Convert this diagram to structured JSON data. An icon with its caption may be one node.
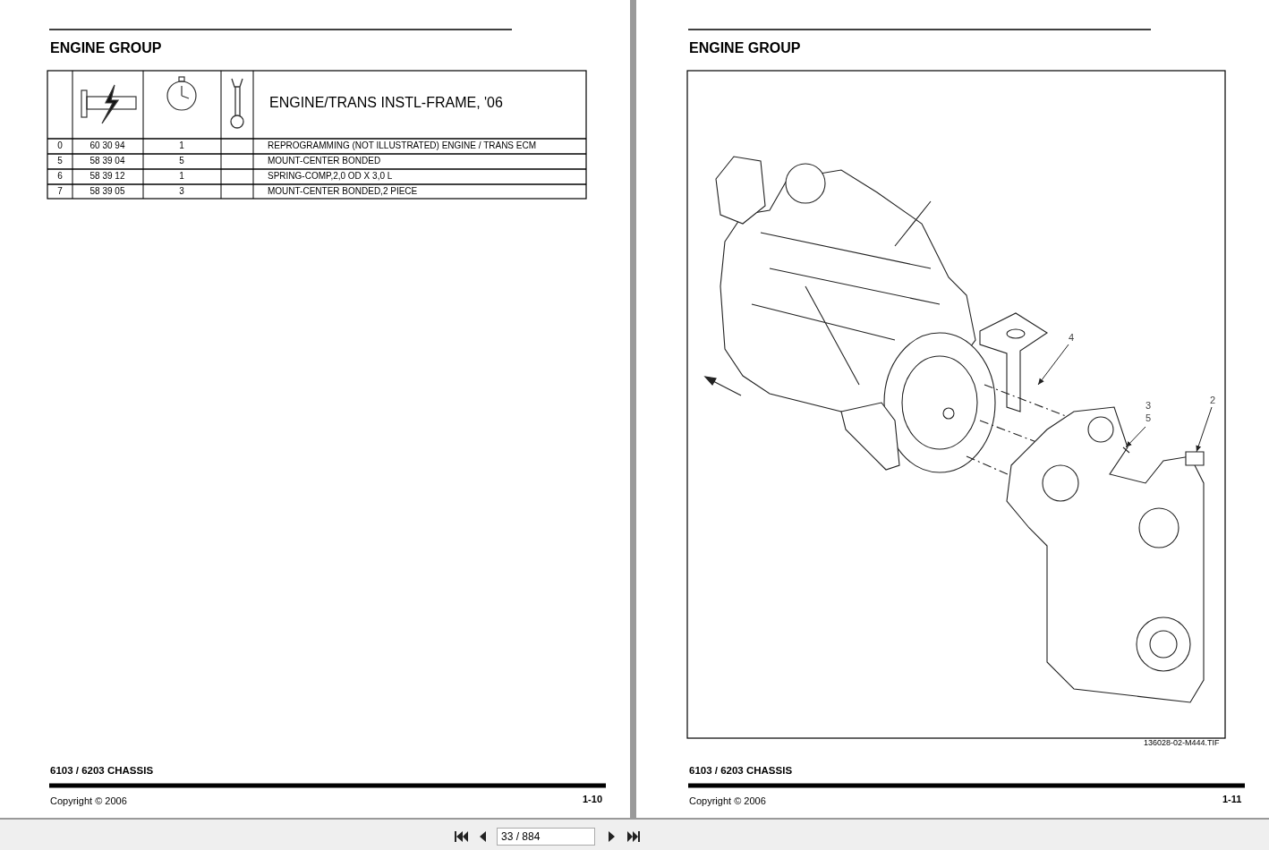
{
  "diagram": {
    "nodes": [
      {
        "text": [
          "4"
        ]
      },
      {
        "text": [
          "3",
          "5"
        ]
      },
      {
        "text": [
          "2"
        ]
      }
    ],
    "edges": [
      {
        "from": 0,
        "to": null,
        "arrow": "to"
      },
      {
        "from": 1,
        "to": null,
        "arrow": "to"
      },
      {
        "from": 2,
        "to": null,
        "arrow": "to"
      }
    ],
    "labels": [
      "ENGINE GROUP",
      "ENGINE/TRANS INSTL-FRAME, '06",
      "0",
      "60 30 94",
      "1",
      "REPROGRAMMING (NOT ILLUSTRATED) ENGINE / TRANS ECM",
      "5",
      "58 39 04",
      "5",
      "MOUNT-CENTER BONDED",
      "6",
      "58 39 12",
      "1",
      "SPRING-COMP,2,0 OD X 3,0 L",
      "7",
      "58 39 05",
      "3",
      "MOUNT-CENTER BONDED,2 PIECE",
      "6103 / 6203 CHASSIS",
      "Copyright © 2006",
      "1-10",
      "ENGINE GROUP",
      "136028-02-M444.TIF",
      "6103 / 6203 CHASSIS",
      "Copyright © 2006",
      "1-11",
      "33 / 884"
    ]
  }
}
